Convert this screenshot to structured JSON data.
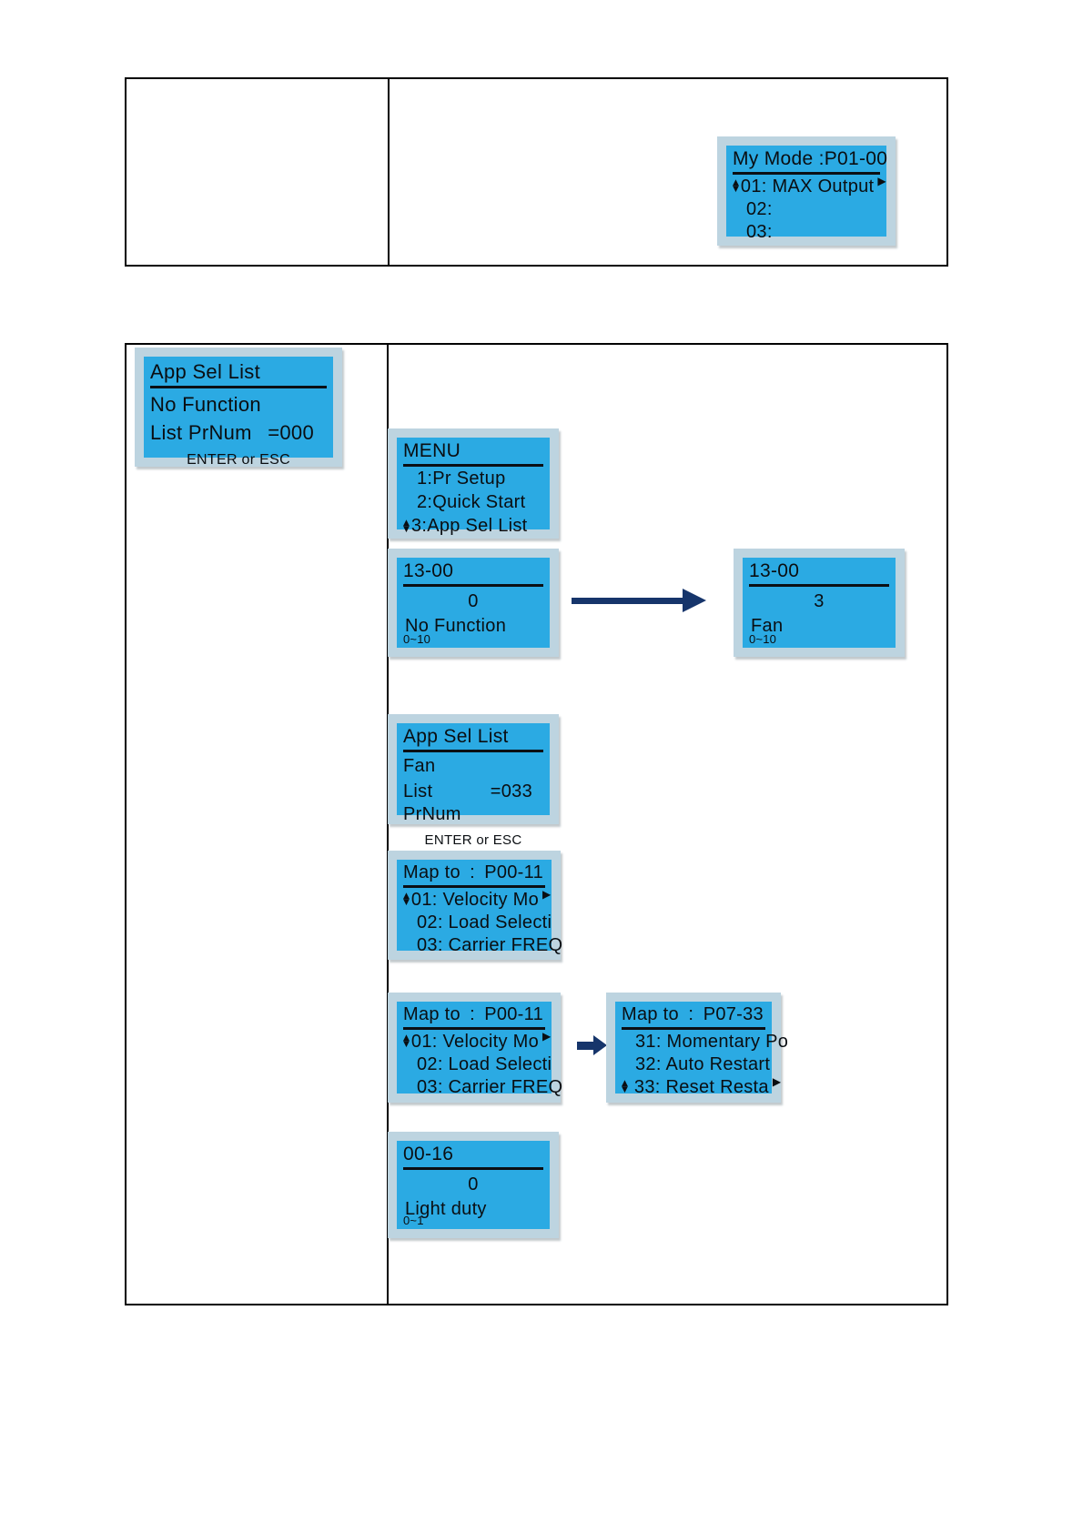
{
  "colors": {
    "page_bg": "#ffffff",
    "lcd_bg": "#2baae3",
    "lcd_frame": "#bdd4e0",
    "lcd_text": "#0a0e12",
    "arrow": "#16356b",
    "table_border": "#000000"
  },
  "icons": {
    "up": "▲",
    "down": "▼",
    "right": "▶"
  },
  "panels": {
    "my_mode": {
      "title": "My Mode :P01-00",
      "item1": "01: MAX Output",
      "item2": "02:",
      "item3": "03:"
    },
    "app_sel_before": {
      "title": "App Sel List",
      "name": "No Function",
      "prnum_label": "List PrNum",
      "prnum_value": "=000",
      "footer": "ENTER or ESC"
    },
    "menu": {
      "title": "MENU",
      "item1": "1:Pr Setup",
      "item2": "2:Quick Start",
      "item3": "3:App Sel List"
    },
    "pr13_before": {
      "title": "13-00",
      "value": "0",
      "name": "No Function",
      "range": "0~10"
    },
    "pr13_after": {
      "title": "13-00",
      "value": "3",
      "name": "Fan",
      "range": "0~10"
    },
    "app_sel_after": {
      "title": "App Sel List",
      "name": "Fan",
      "prnum_label": "List PrNum",
      "prnum_value": "=033",
      "footer": "ENTER or ESC"
    },
    "map_p00_11": {
      "title_left": "Map to",
      "title_colon": ":",
      "title_right": "P00-11",
      "item1": "01: Velocity Mo",
      "item2": "02: Load Selecti",
      "item3": "03: Carrier FREQ"
    },
    "map_p07_33": {
      "title_left": "Map to",
      "title_colon": ":",
      "title_right": "P07-33",
      "item1": "31: Momentary Po",
      "item2": "32: Auto Restart",
      "item3": "33: Reset Resta"
    },
    "pr00_16": {
      "title": "00-16",
      "value": "0",
      "name": "Light duty",
      "range": "0~1"
    }
  }
}
